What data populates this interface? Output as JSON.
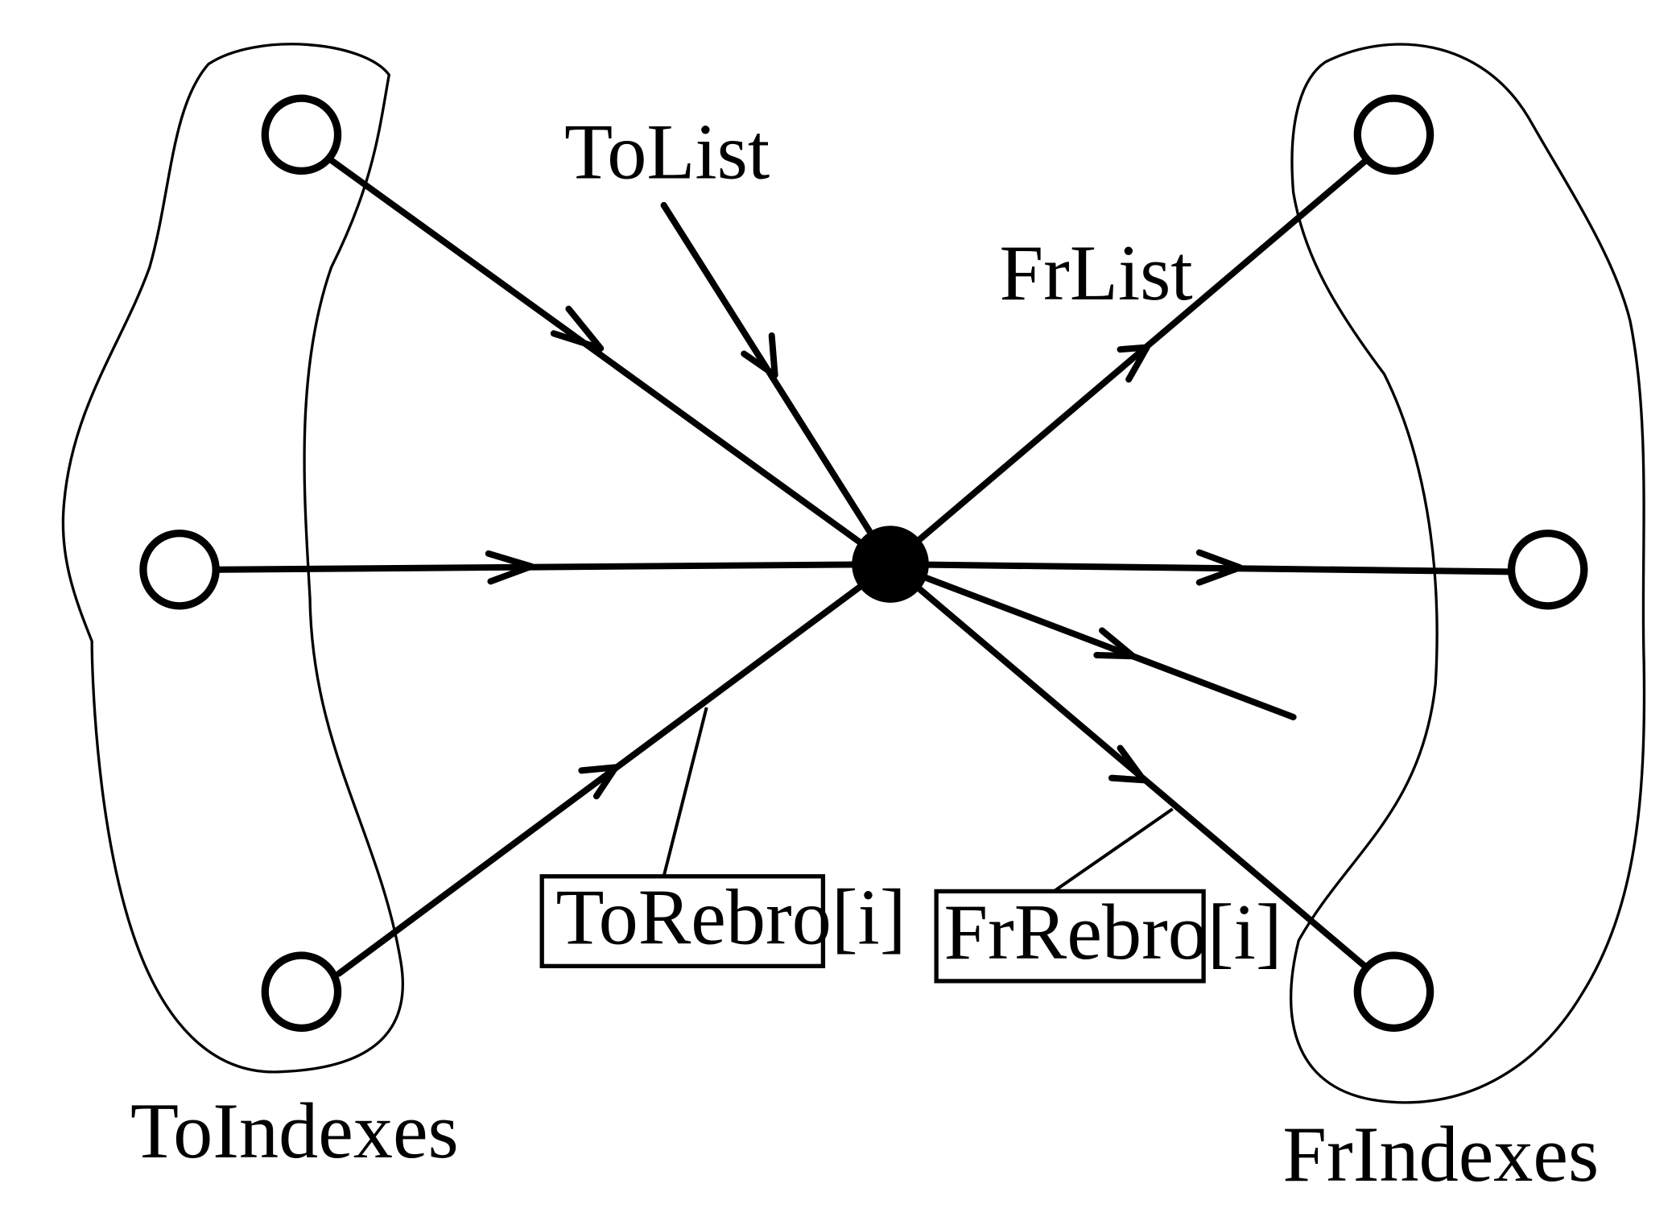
{
  "labels": {
    "to_list": "ToList",
    "fr_list": "FrList",
    "to_rebro": "ToRebro[i]",
    "fr_rebro": "FrRebro[i]",
    "to_indexes": "ToIndexes",
    "fr_indexes": "FrIndexes"
  },
  "colors": {
    "stroke": "#000000",
    "background": "#ffffff"
  }
}
